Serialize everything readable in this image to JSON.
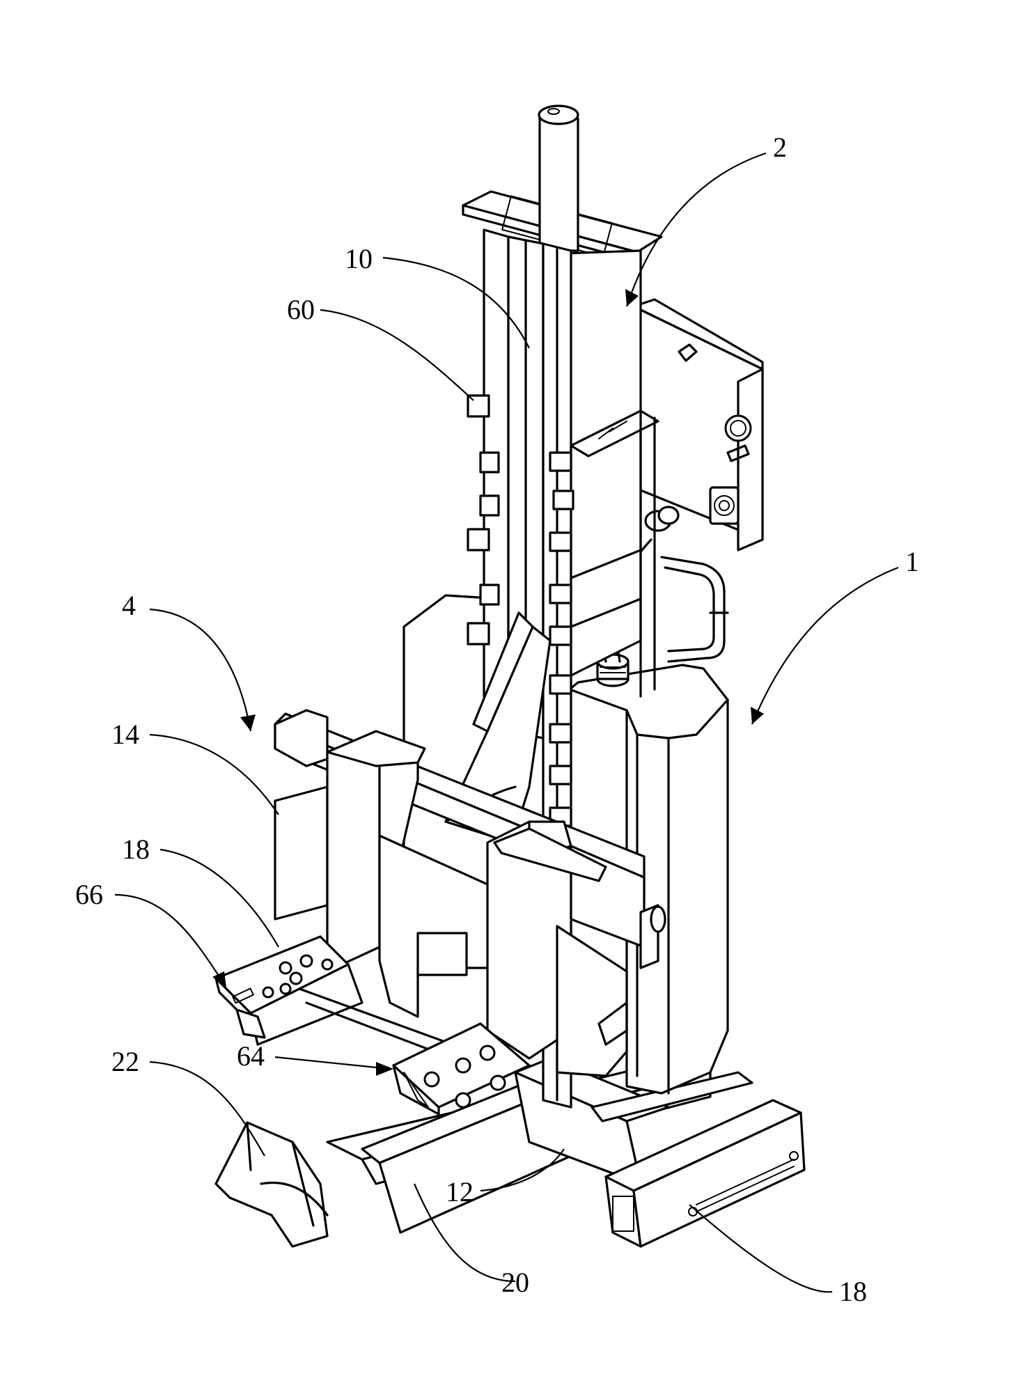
{
  "labels": {
    "l1": "1",
    "l2": "2",
    "l4": "4",
    "l10": "10",
    "l12": "12",
    "l14": "14",
    "l18a": "18",
    "l18b": "18",
    "l20": "20",
    "l22": "22",
    "l60": "60",
    "l64": "64",
    "l66": "66"
  }
}
